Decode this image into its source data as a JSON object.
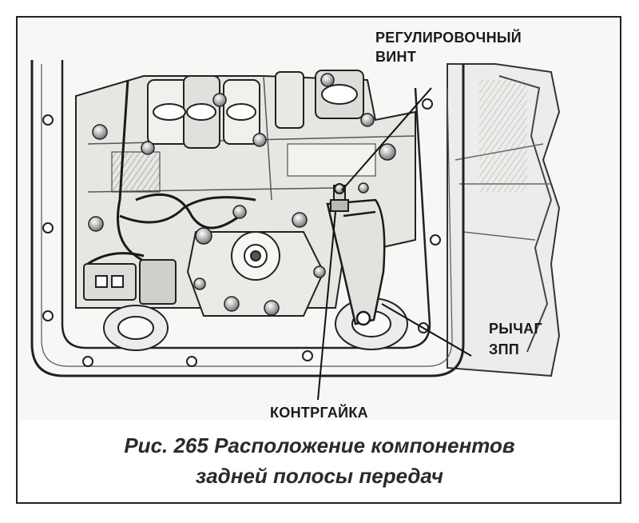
{
  "labels": {
    "adjusting_screw_line1": "РЕГУЛИРОВОЧНЫЙ",
    "adjusting_screw_line2": "ВИНТ",
    "lever_line1": "РЫЧАГ",
    "lever_line2": "ЗПП",
    "locknut": "КОНТРГАЙКА"
  },
  "caption": {
    "line1": "Рис. 265 Расположение компонентов",
    "line2": "задней полосы передач"
  },
  "colors": {
    "ink": "#1a1a1a",
    "paper": "#f7f7f5",
    "metal_light": "#e4e4e0",
    "metal_dark": "#8a8a86"
  }
}
